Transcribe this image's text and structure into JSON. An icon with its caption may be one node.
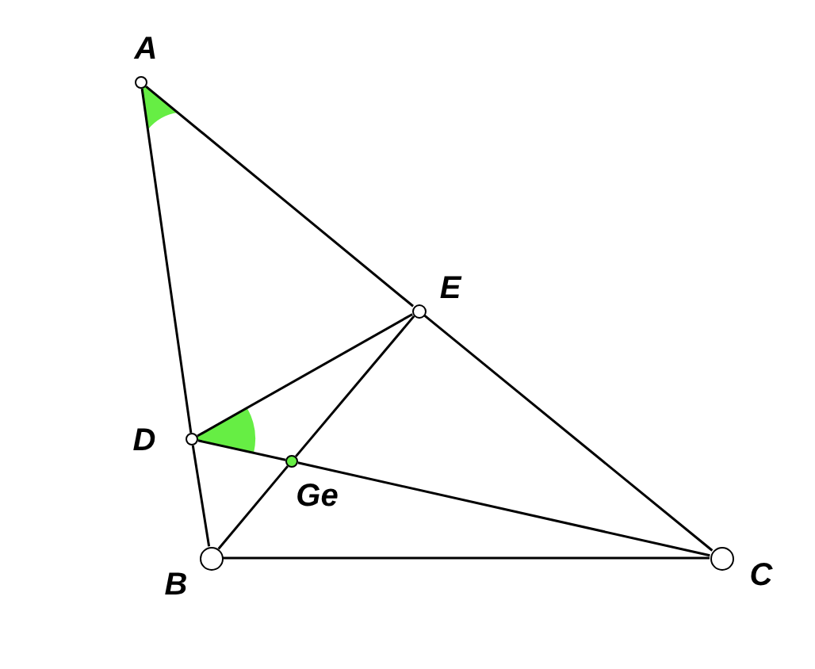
{
  "diagram": {
    "nodes": [
      {
        "text": [],
        "shape": "circle",
        "beside": [
          "A"
        ]
      },
      {
        "text": [],
        "shape": "circle",
        "beside": [
          "E"
        ]
      },
      {
        "text": [],
        "shape": "circle",
        "beside": [
          "D"
        ]
      },
      {
        "text": [],
        "shape": "circle",
        "beside": [
          "Ge"
        ]
      },
      {
        "text": [],
        "shape": "circle",
        "beside": [
          "B"
        ]
      },
      {
        "text": [],
        "shape": "circle",
        "beside": [
          "C"
        ]
      }
    ],
    "edges": [
      {
        "from": 0,
        "to": 2,
        "arrow": "none"
      },
      {
        "from": 2,
        "to": 4,
        "arrow": "none"
      },
      {
        "from": 0,
        "to": 1,
        "arrow": "none"
      },
      {
        "from": 1,
        "to": 5,
        "arrow": "none"
      },
      {
        "from": 4,
        "to": 5,
        "arrow": "none"
      },
      {
        "from": 2,
        "to": 1,
        "arrow": "none"
      },
      {
        "from": 2,
        "to": 3,
        "arrow": "none"
      },
      {
        "from": 3,
        "to": 5,
        "arrow": "none"
      },
      {
        "from": 4,
        "to": 3,
        "arrow": "none"
      },
      {
        "from": 3,
        "to": 1,
        "arrow": "none"
      }
    ]
  }
}
